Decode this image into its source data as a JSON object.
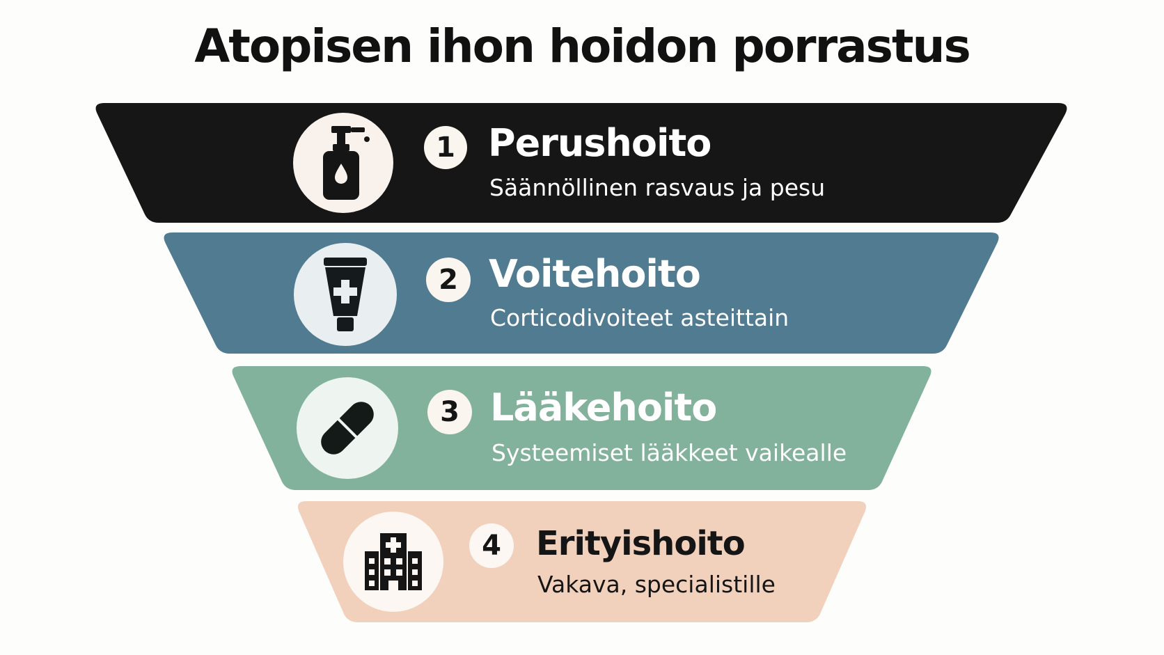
{
  "title": "Atopisen ihon hoidon porrastus",
  "tiers": [
    {
      "number": "1",
      "title": "Perushoito",
      "subtitle": "Säännöllinen rasvaus ja pesu",
      "icon": "pump-bottle-icon",
      "color": "#161616"
    },
    {
      "number": "2",
      "title": "Voitehoito",
      "subtitle": "Corticodivoiteet asteittain",
      "icon": "ointment-tube-icon",
      "color": "#507b90"
    },
    {
      "number": "3",
      "title": "Lääkehoito",
      "subtitle": "Systeemiset lääkkeet vaikealle",
      "icon": "capsule-pill-icon",
      "color": "#83b29c"
    },
    {
      "number": "4",
      "title": "Erityishoito",
      "subtitle": "Vakava, specialistille",
      "icon": "hospital-icon",
      "color": "#f1d1bb"
    }
  ]
}
